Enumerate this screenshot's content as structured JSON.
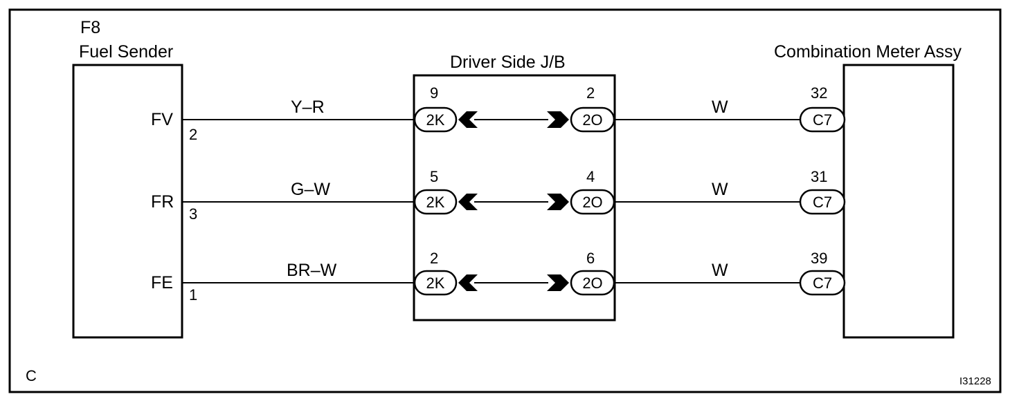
{
  "corner_label": "C",
  "figure_code": "I31228",
  "fuel_sender": {
    "code": "F8",
    "name": "Fuel Sender",
    "terminals": [
      {
        "name": "FV",
        "pin": "2"
      },
      {
        "name": "FR",
        "pin": "3"
      },
      {
        "name": "FE",
        "pin": "1"
      }
    ]
  },
  "junction_block": {
    "name": "Driver Side J/B",
    "left_connectors": [
      {
        "pin": "9",
        "connector": "2K"
      },
      {
        "pin": "5",
        "connector": "2K"
      },
      {
        "pin": "2",
        "connector": "2K"
      }
    ],
    "right_connectors": [
      {
        "pin": "2",
        "connector": "2O"
      },
      {
        "pin": "4",
        "connector": "2O"
      },
      {
        "pin": "6",
        "connector": "2O"
      }
    ]
  },
  "combination_meter": {
    "name": "Combination Meter Assy",
    "connectors": [
      {
        "pin": "32",
        "connector": "C7"
      },
      {
        "pin": "31",
        "connector": "C7"
      },
      {
        "pin": "39",
        "connector": "C7"
      }
    ]
  },
  "wires": {
    "left": [
      "Y–R",
      "G–W",
      "BR–W"
    ],
    "right": [
      "W",
      "W",
      "W"
    ]
  }
}
